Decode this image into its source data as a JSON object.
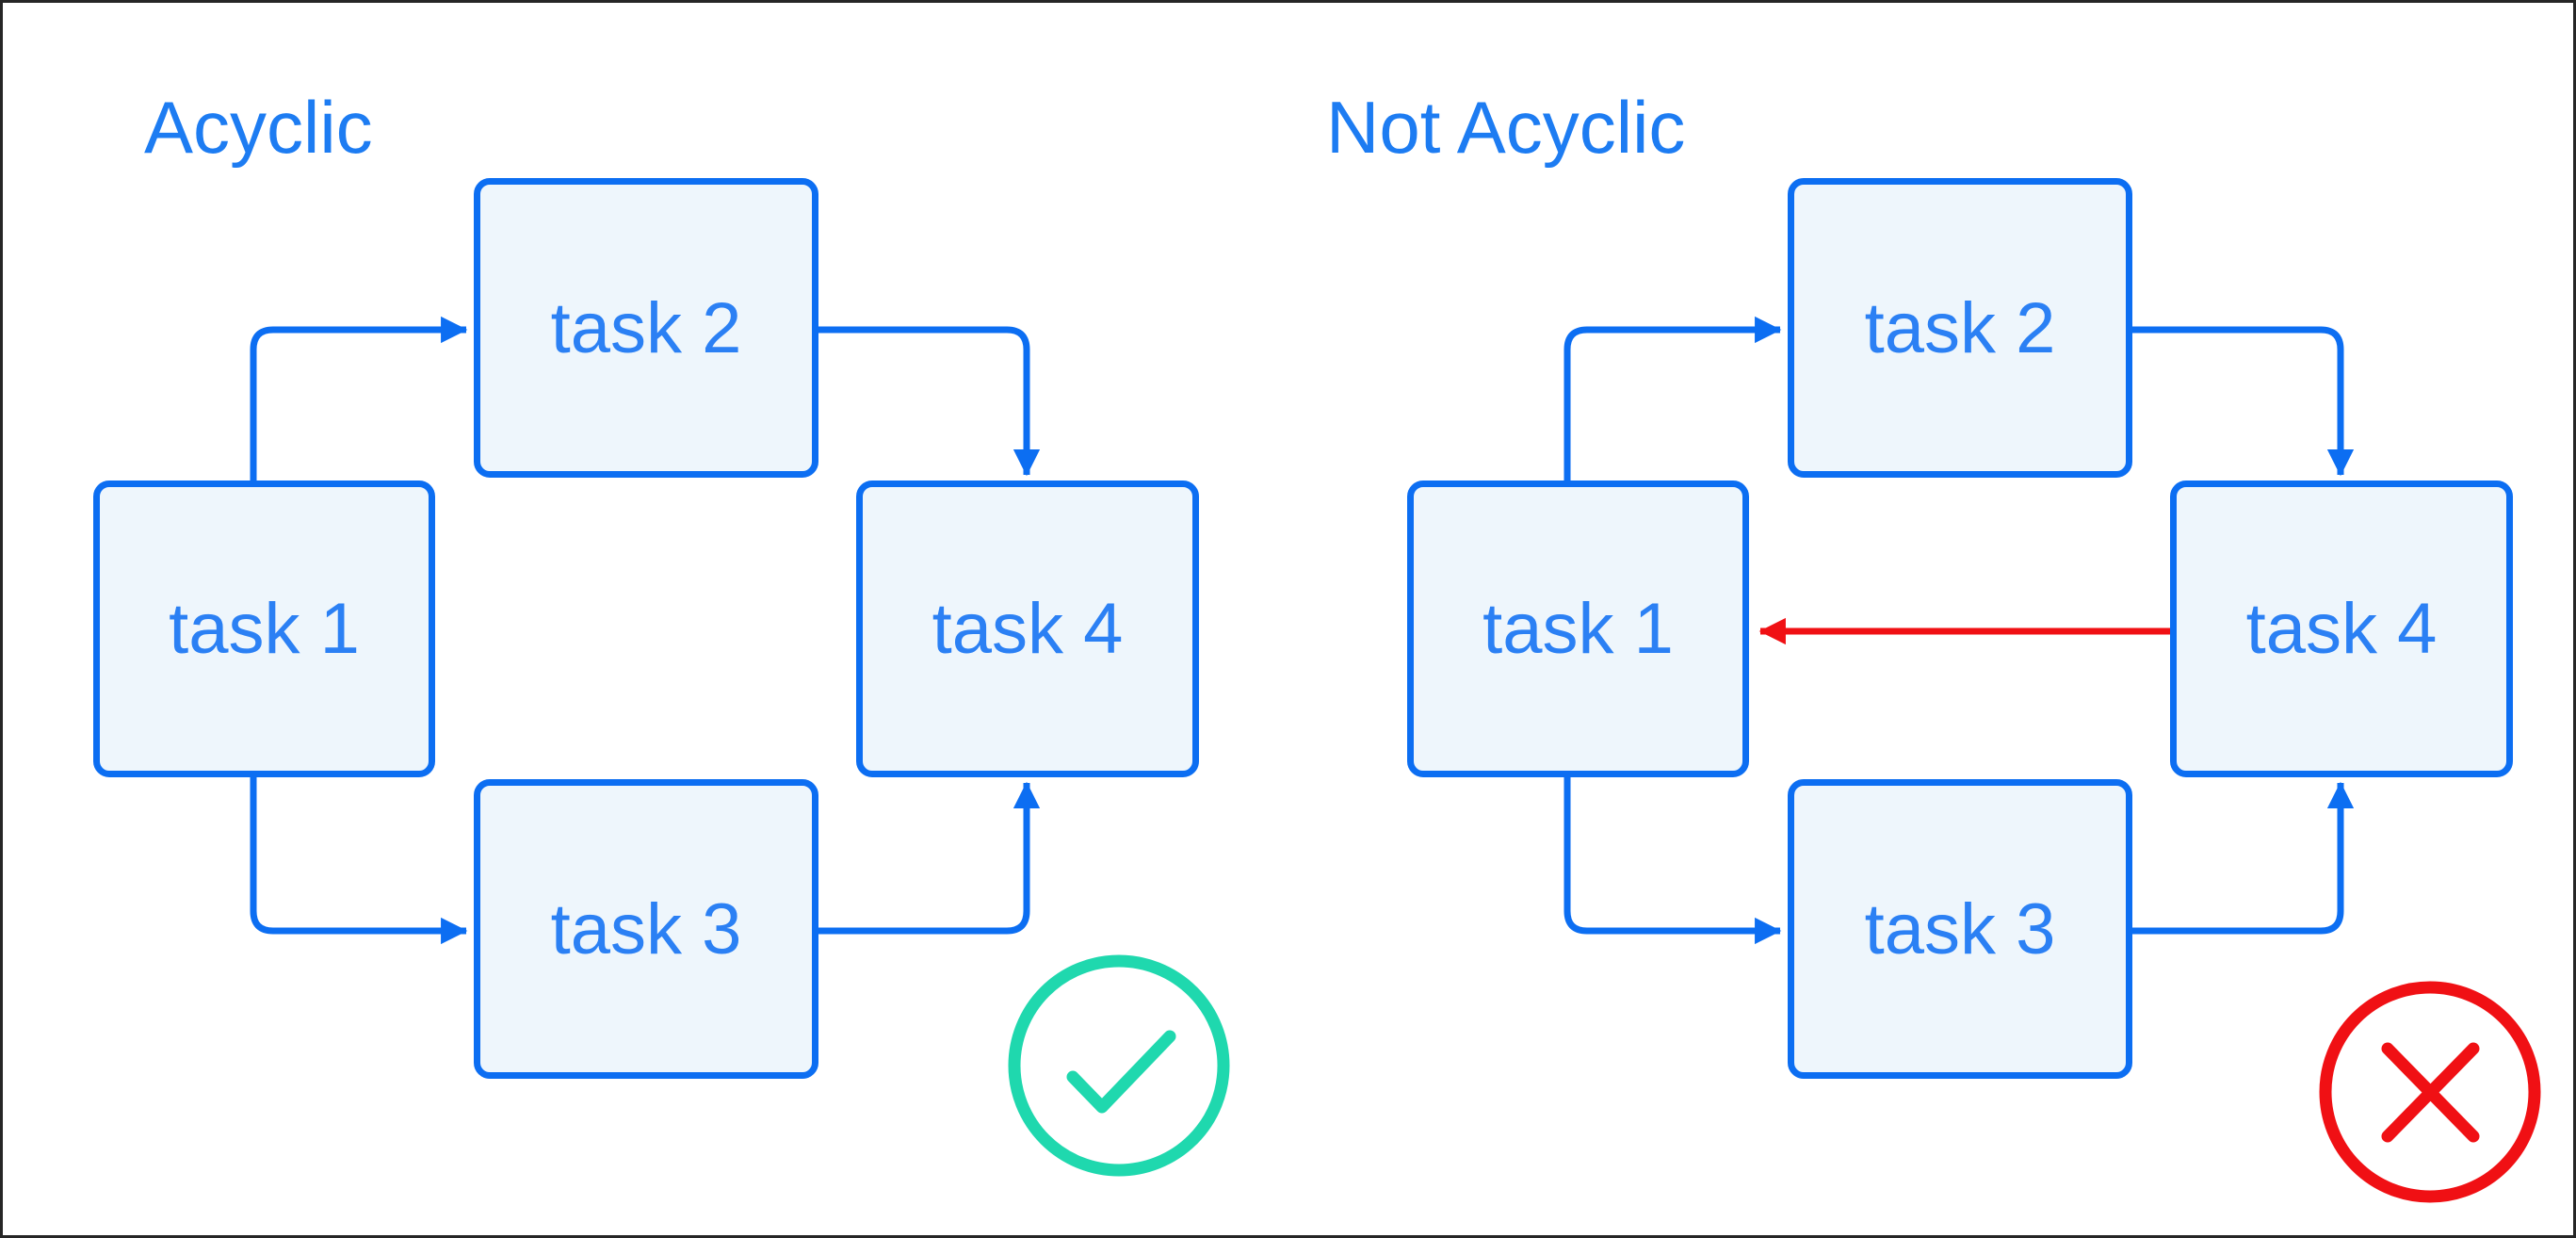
{
  "colors": {
    "accent_blue": "#0c6ef2",
    "label_blue": "#2b80f4",
    "title_blue": "#1d7cf2",
    "node_fill": "#eef6fc",
    "success_teal": "#1fd8ae",
    "error_red": "#f01014",
    "frame_border": "#262626"
  },
  "left_diagram": {
    "title": "Acyclic",
    "status": "valid",
    "status_icon": "check-circle-icon",
    "nodes": [
      {
        "label": "task 1"
      },
      {
        "label": "task 2"
      },
      {
        "label": "task 3"
      },
      {
        "label": "task 4"
      }
    ],
    "edges": [
      {
        "from": "task 1",
        "to": "task 2",
        "color": "#0c6ef2"
      },
      {
        "from": "task 1",
        "to": "task 3",
        "color": "#0c6ef2"
      },
      {
        "from": "task 2",
        "to": "task 4",
        "color": "#0c6ef2"
      },
      {
        "from": "task 3",
        "to": "task 4",
        "color": "#0c6ef2"
      }
    ]
  },
  "right_diagram": {
    "title": "Not Acyclic",
    "status": "invalid",
    "status_icon": "x-circle-icon",
    "nodes": [
      {
        "label": "task 1"
      },
      {
        "label": "task 2"
      },
      {
        "label": "task 3"
      },
      {
        "label": "task 4"
      }
    ],
    "edges": [
      {
        "from": "task 1",
        "to": "task 2",
        "color": "#0c6ef2"
      },
      {
        "from": "task 1",
        "to": "task 3",
        "color": "#0c6ef2"
      },
      {
        "from": "task 2",
        "to": "task 4",
        "color": "#0c6ef2"
      },
      {
        "from": "task 3",
        "to": "task 4",
        "color": "#0c6ef2"
      },
      {
        "from": "task 4",
        "to": "task 1",
        "color": "#f01014",
        "type": "cycle-back-edge"
      }
    ]
  }
}
